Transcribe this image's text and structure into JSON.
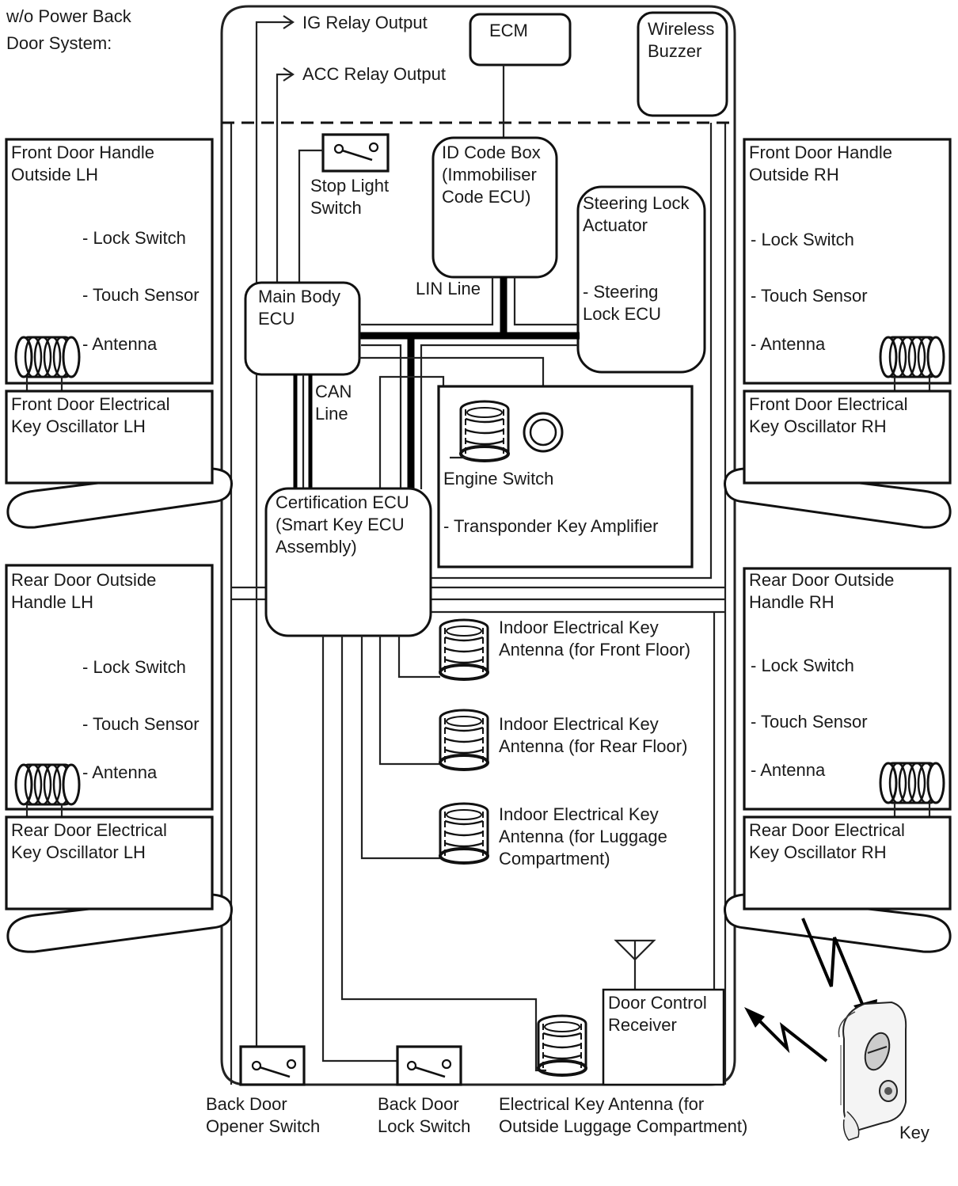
{
  "title": [
    "w/o Power Back",
    "Door System:"
  ],
  "top_outputs": {
    "ig": "IG Relay Output",
    "acc": "ACC Relay Output"
  },
  "components": {
    "ecm": "ECM",
    "wireless_buzzer": [
      "Wireless",
      "Buzzer"
    ],
    "stop_light_switch": [
      "Stop Light",
      "Switch"
    ],
    "id_code_box": [
      "ID Code Box",
      "(Immobiliser",
      "Code ECU)"
    ],
    "steering_lock": {
      "title": [
        "Steering Lock",
        "Actuator"
      ],
      "sub": [
        "- Steering",
        "Lock ECU"
      ]
    },
    "main_body_ecu": [
      "Main Body",
      "ECU"
    ],
    "lin_line": "LIN Line",
    "can_line": [
      "CAN",
      "Line"
    ],
    "certification_ecu": [
      "Certification ECU",
      "(Smart Key ECU",
      "Assembly)"
    ],
    "engine_switch": {
      "label": "Engine Switch",
      "sub": "- Transponder Key Amplifier"
    },
    "indoor_antennas": [
      [
        "Indoor Electrical Key",
        "Antenna (for Front Floor)"
      ],
      [
        "Indoor Electrical Key",
        "Antenna (for Rear Floor)"
      ],
      [
        "Indoor Electrical Key",
        "Antenna (for Luggage",
        "Compartment)"
      ]
    ],
    "door_control_receiver": [
      "Door Control",
      "Receiver"
    ],
    "back_door_opener_switch": [
      "Back Door",
      "Opener Switch"
    ],
    "back_door_lock_switch": [
      "Back Door",
      "Lock Switch"
    ],
    "outside_luggage_antenna": [
      "Electrical Key Antenna (for",
      "Outside Luggage Compartment)"
    ],
    "key": "Key"
  },
  "door_handles": {
    "front_lh": {
      "title": [
        "Front Door Handle",
        "Outside LH"
      ],
      "items": [
        "- Lock Switch",
        "- Touch Sensor",
        "- Antenna"
      ]
    },
    "front_rh": {
      "title": [
        "Front Door Handle",
        "Outside RH"
      ],
      "items": [
        "- Lock Switch",
        "- Touch Sensor",
        "- Antenna"
      ]
    },
    "rear_lh": {
      "title": [
        "Rear Door Outside",
        "Handle LH"
      ],
      "items": [
        "- Lock Switch",
        "- Touch Sensor",
        "- Antenna"
      ]
    },
    "rear_rh": {
      "title": [
        "Rear Door Outside",
        "Handle RH"
      ],
      "items": [
        "- Lock Switch",
        "- Touch Sensor",
        "- Antenna"
      ]
    }
  },
  "oscillators": {
    "front_lh": [
      "Front Door Electrical",
      "Key Oscillator LH"
    ],
    "front_rh": [
      "Front Door Electrical",
      "Key Oscillator RH"
    ],
    "rear_lh": [
      "Rear Door Electrical",
      "Key Oscillator LH"
    ],
    "rear_rh": [
      "Rear Door Electrical",
      "Key Oscillator RH"
    ]
  }
}
